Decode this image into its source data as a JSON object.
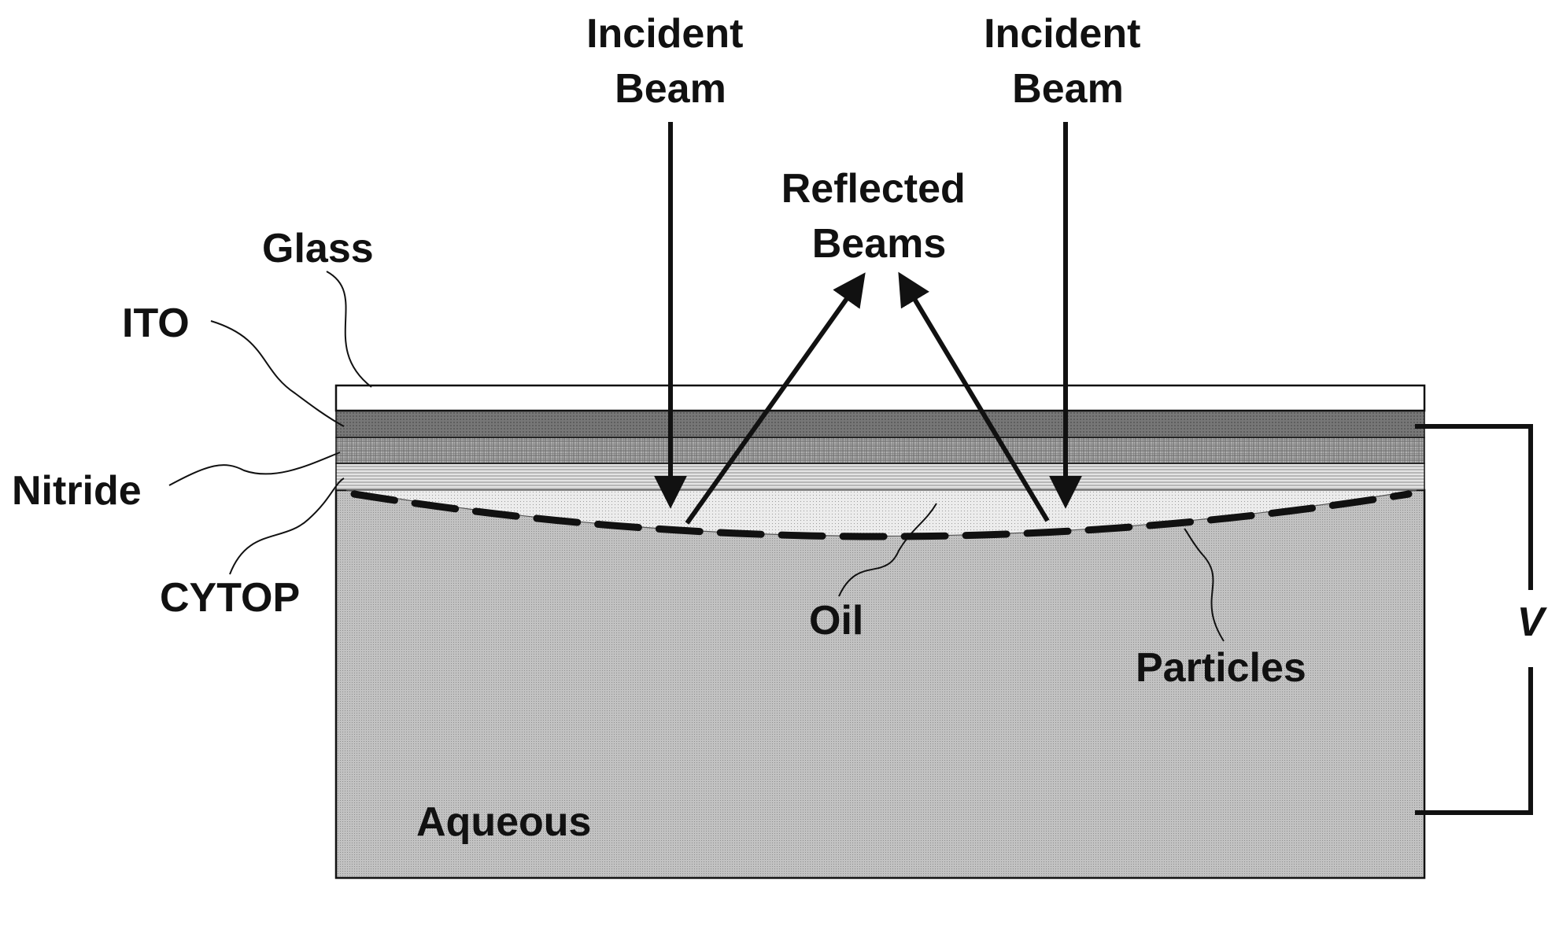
{
  "labels": {
    "incident_left": [
      "Incident",
      "Beam"
    ],
    "incident_right": [
      "Incident",
      "Beam"
    ],
    "reflected": [
      "Reflected",
      "Beams"
    ],
    "glass": "Glass",
    "ito": "ITO",
    "nitride": "Nitride",
    "cytop": "CYTOP",
    "oil": "Oil",
    "particles": "Particles",
    "aqueous": "Aqueous",
    "voltage": "V"
  },
  "colors": {
    "outline": "#111111",
    "glass": "#ffffff",
    "ito": "#6f6f6f",
    "nitride": "#9a9a9a",
    "cytop": "#d2d2d2",
    "oil": "#e6e6e6",
    "aqueous": "#b9b9b9"
  }
}
